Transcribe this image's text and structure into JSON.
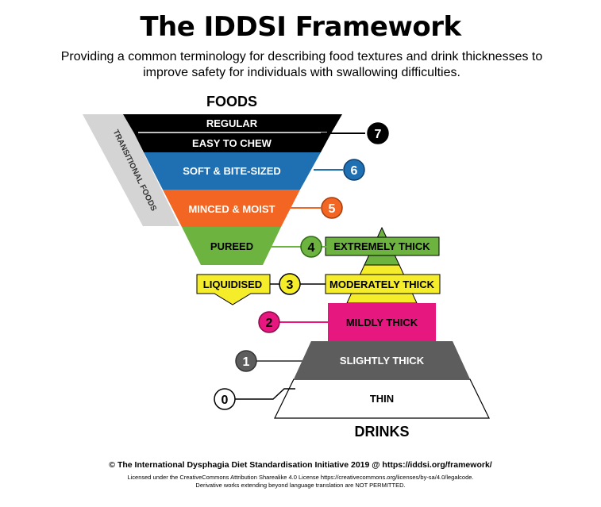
{
  "title": "The IDDSI Framework",
  "subtitle": "Providing a common terminology for describing food textures and drink thicknesses to improve safety for individuals with swallowing difficulties.",
  "foods_heading": "FOODS",
  "drinks_heading": "DRINKS",
  "transitional_label": "TRANSITIONAL FOODS",
  "levels": {
    "l7a": {
      "label": "REGULAR",
      "number": "7",
      "color": "#000000"
    },
    "l7b": {
      "label": "EASY TO CHEW",
      "number": "7",
      "color": "#000000"
    },
    "l6": {
      "label": "SOFT & BITE-SIZED",
      "number": "6",
      "color": "#1f6fb3"
    },
    "l5": {
      "label": "MINCED & MOIST",
      "number": "5",
      "color": "#f26522"
    },
    "l4f": {
      "label": "PUREED",
      "number": "4",
      "color": "#6cb33f"
    },
    "l4d": {
      "label": "EXTREMELY THICK",
      "number": "4",
      "color": "#6cb33f"
    },
    "l3f": {
      "label": "LIQUIDISED",
      "number": "3",
      "color": "#f5ec2a"
    },
    "l3d": {
      "label": "MODERATELY THICK",
      "number": "3",
      "color": "#f5ec2a"
    },
    "l2": {
      "label": "MILDLY THICK",
      "number": "2",
      "color": "#e6177e"
    },
    "l1": {
      "label": "SLIGHTLY THICK",
      "number": "1",
      "color": "#5d5d5d"
    },
    "l0": {
      "label": "THIN",
      "number": "0",
      "color": "#ffffff"
    }
  },
  "footer": {
    "copyright": "© The International Dysphagia Diet Standardisation Initiative 2019 @ https://iddsi.org/framework/",
    "license": "Licensed under the CreativeCommons Attribution Sharealike 4.0 License https://creativecommons.org/licenses/by-sa/4.0/legalcode.",
    "derivative": "Derivative works extending beyond language translation are NOT PERMITTED."
  }
}
